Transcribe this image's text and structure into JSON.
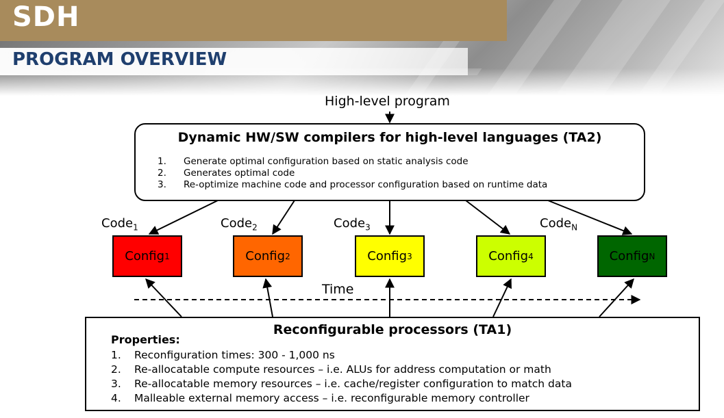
{
  "header": {
    "title": "SDH",
    "subtitle": "PROGRAM OVERVIEW"
  },
  "diagram": {
    "input_label": "High-level program",
    "compiler": {
      "title": "Dynamic HW/SW compilers for high-level languages (TA2)",
      "items": [
        {
          "num": "1.",
          "text": "Generate optimal configuration based on static analysis code"
        },
        {
          "num": "2.",
          "text": "Generates optimal code"
        },
        {
          "num": "3.",
          "text": "Re-optimize machine code and processor configuration based on runtime data"
        }
      ]
    },
    "codes": [
      {
        "base": "Code",
        "sub": "1"
      },
      {
        "base": "Code",
        "sub": "2"
      },
      {
        "base": "Code",
        "sub": "3"
      },
      {
        "base": "Code",
        "sub": "N"
      }
    ],
    "configs": [
      {
        "base": "Config",
        "sub": "1",
        "color": "#ff0000"
      },
      {
        "base": "Config",
        "sub": "2",
        "color": "#ff6600"
      },
      {
        "base": "Config",
        "sub": "3",
        "color": "#ffff00"
      },
      {
        "base": "Config",
        "sub": "4",
        "color": "#ccff00"
      },
      {
        "base": "Config",
        "sub": "N",
        "color": "#006600"
      }
    ],
    "time_label": "Time",
    "processors": {
      "title": "Reconfigurable processors (TA1)",
      "properties_label": "Properties:",
      "items": [
        {
          "num": "1.",
          "text": "Reconfiguration times:  300 - 1,000 ns"
        },
        {
          "num": "2.",
          "text": "Re-allocatable compute resources – i.e. ALUs for address computation or math"
        },
        {
          "num": "3.",
          "text": "Re-allocatable memory resources – i.e. cache/register configuration to match data"
        },
        {
          "num": "4.",
          "text": "Malleable external memory access – i.e. reconfigurable memory controller"
        }
      ]
    }
  }
}
